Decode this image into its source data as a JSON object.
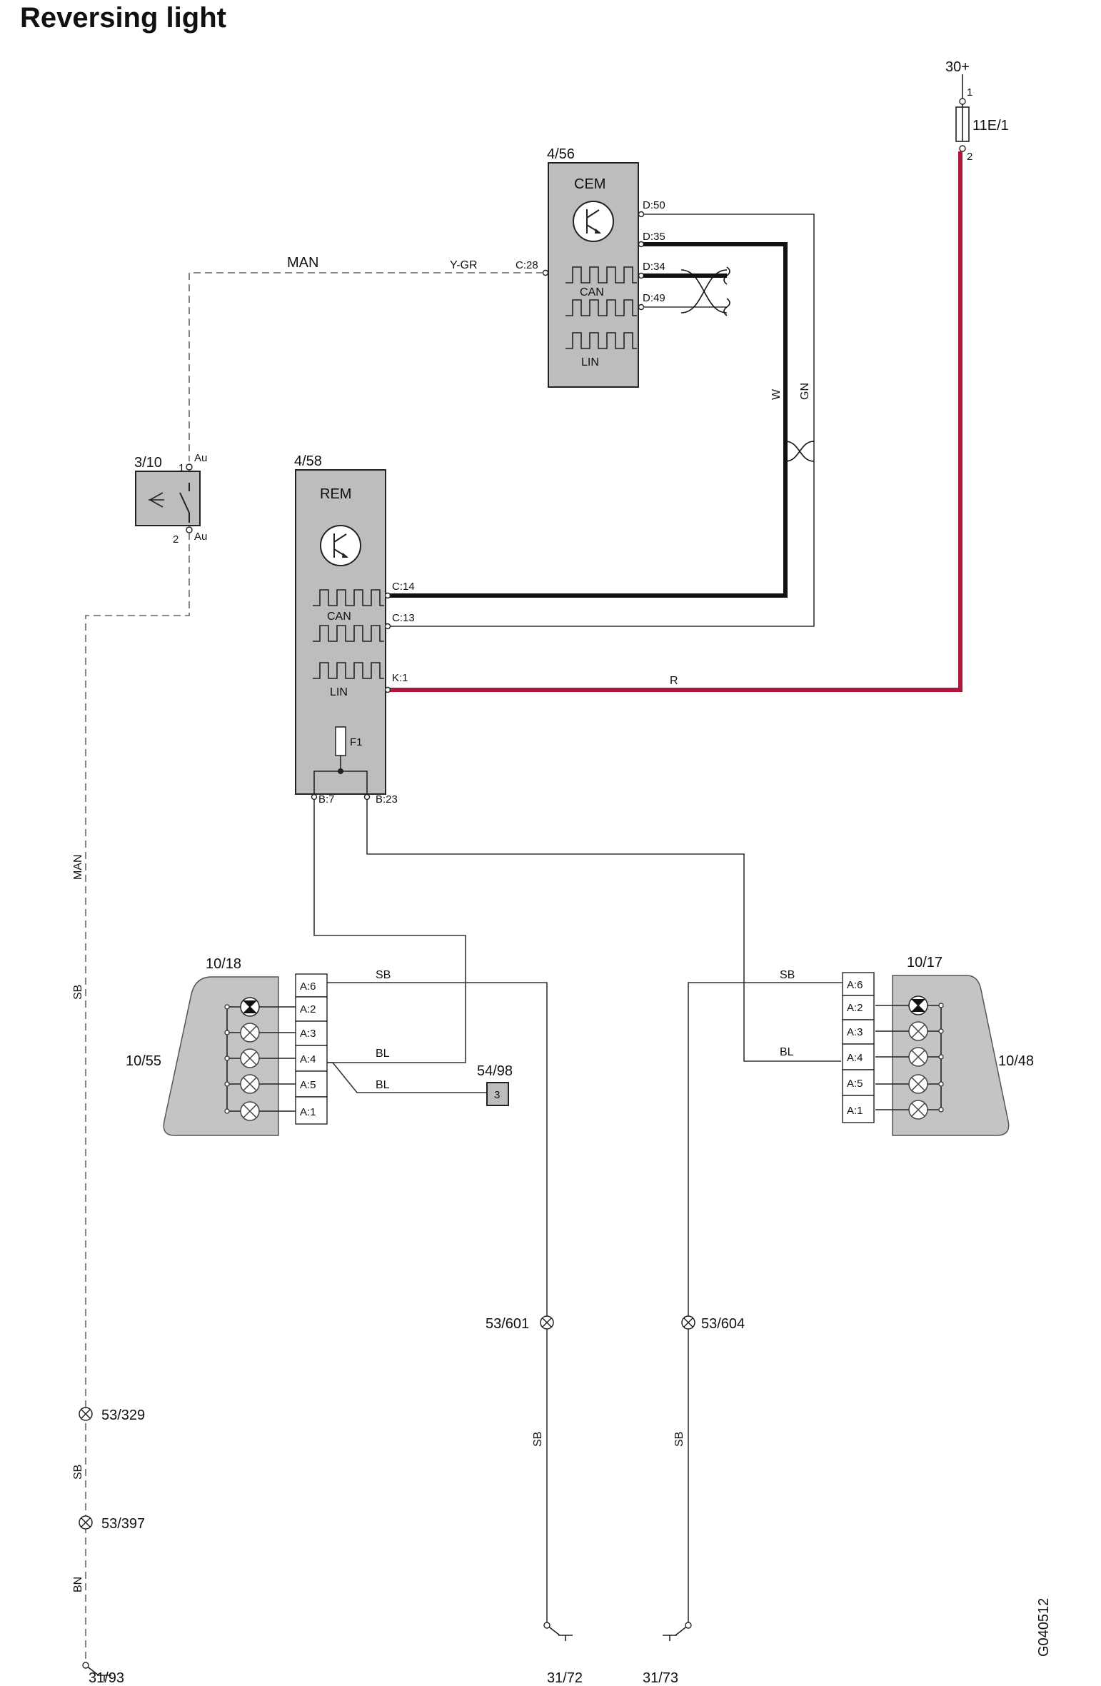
{
  "title": "Reversing light",
  "diagram_id": "G040512",
  "supply": "30+",
  "fuse": {
    "ref": "11E/1",
    "pin_in": "1",
    "pin_out": "2"
  },
  "cem": {
    "ref": "4/56",
    "name": "CEM",
    "can": "CAN",
    "lin": "LIN",
    "pins": {
      "d50": "D:50",
      "d35": "D:35",
      "d34": "D:34",
      "d49": "D:49",
      "c28": "C:28"
    }
  },
  "rem": {
    "ref": "4/58",
    "name": "REM",
    "can": "CAN",
    "lin": "LIN",
    "fuse": "F1",
    "pins": {
      "c14": "C:14",
      "c13": "C:13",
      "k1": "K:1",
      "b7": "B:7",
      "b23": "B:23"
    }
  },
  "switch": {
    "ref": "3/10",
    "pin1": "1",
    "pin2": "2",
    "au_top": "Au",
    "au_bottom": "Au"
  },
  "wires": {
    "man_top": "MAN",
    "ygr": "Y-GR",
    "w": "W",
    "gn": "GN",
    "r": "R",
    "man_side": "MAN",
    "sb_side": "SB",
    "sb_left": "SB",
    "bl_left": "BL",
    "bl_left2": "BL",
    "sb_right": "SB",
    "bl_right": "BL",
    "sb_v1": "SB",
    "sb_v2": "SB",
    "sb_v3": "SB",
    "bn": "BN"
  },
  "left_lamp": {
    "ref": "10/18",
    "side_ref": "10/55",
    "pins": [
      "A:6",
      "A:2",
      "A:3",
      "A:4",
      "A:5",
      "A:1"
    ]
  },
  "right_lamp": {
    "ref": "10/17",
    "side_ref": "10/48",
    "pins": [
      "A:6",
      "A:2",
      "A:3",
      "A:4",
      "A:5",
      "A:1"
    ]
  },
  "connector": {
    "ref": "54/98",
    "pin": "3"
  },
  "splices": {
    "s601": "53/601",
    "s604": "53/604",
    "s329": "53/329",
    "s397": "53/397"
  },
  "grounds": {
    "g93": "31/93",
    "g72": "31/72",
    "g73": "31/73"
  }
}
